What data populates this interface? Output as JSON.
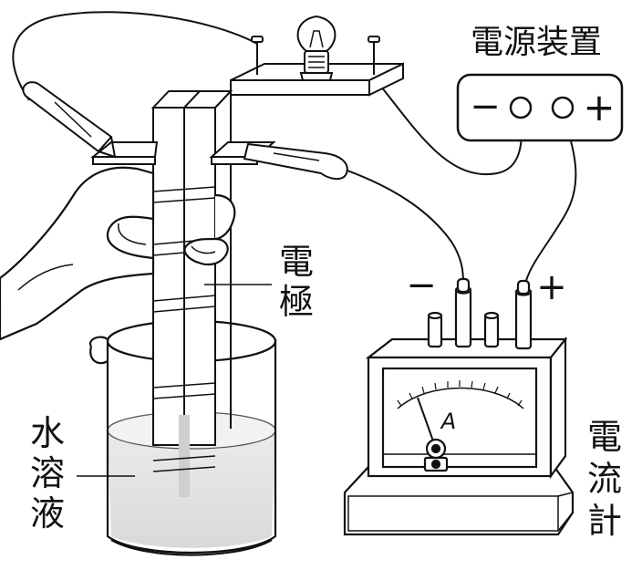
{
  "labels": {
    "power_supply": "電源装置",
    "power_minus": "−",
    "power_plus": "+",
    "electrode_v1": "電",
    "electrode_v2": "極",
    "solution_v1": "水",
    "solution_v2": "溶",
    "solution_v3": "液",
    "ammeter_v1": "電",
    "ammeter_v2": "流",
    "ammeter_v3": "計",
    "ammeter_minus": "−",
    "ammeter_plus": "+",
    "meter_unit": "A"
  },
  "colors": {
    "line": "#111111",
    "paper": "#ffffff",
    "liquid": "#e3e3e3",
    "meter_face": "#ffffff",
    "meter_body": "#ffffff"
  }
}
